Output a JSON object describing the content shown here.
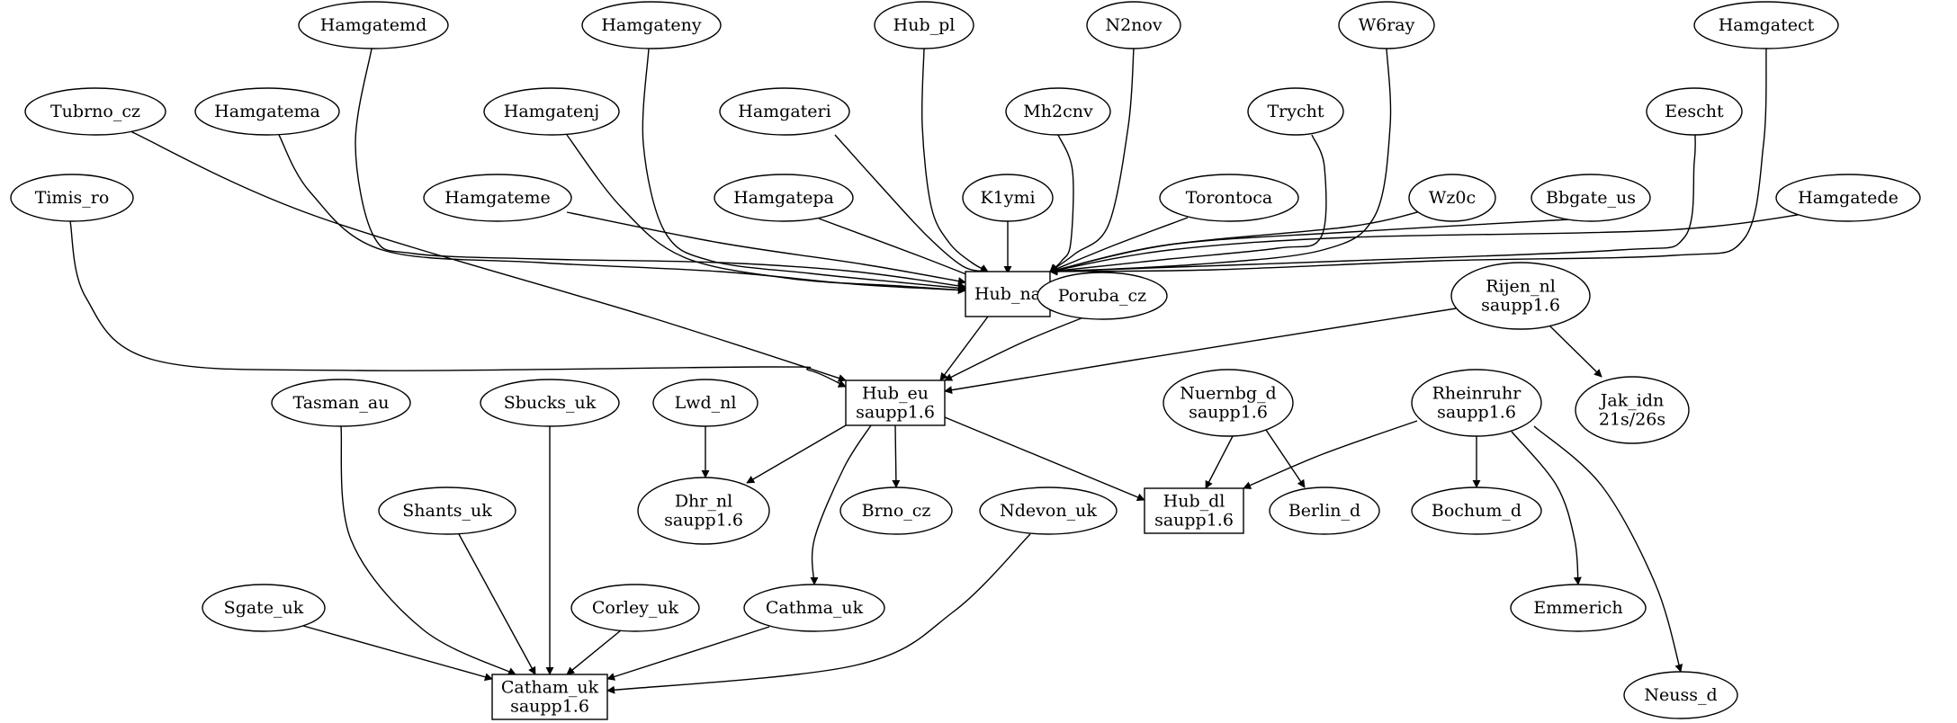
{
  "nodes": [
    {
      "id": "Hamgatemd",
      "lines": [
        "Hamgatemd"
      ],
      "shape": "ellipse"
    },
    {
      "id": "Hamgateny",
      "lines": [
        "Hamgateny"
      ],
      "shape": "ellipse"
    },
    {
      "id": "Hub_pl",
      "lines": [
        "Hub_pl"
      ],
      "shape": "ellipse"
    },
    {
      "id": "N2nov",
      "lines": [
        "N2nov"
      ],
      "shape": "ellipse"
    },
    {
      "id": "W6ray",
      "lines": [
        "W6ray"
      ],
      "shape": "ellipse"
    },
    {
      "id": "Hamgatect",
      "lines": [
        "Hamgatect"
      ],
      "shape": "ellipse"
    },
    {
      "id": "Tubrno_cz",
      "lines": [
        "Tubrno_cz"
      ],
      "shape": "ellipse"
    },
    {
      "id": "Hamgatema",
      "lines": [
        "Hamgatema"
      ],
      "shape": "ellipse"
    },
    {
      "id": "Hamgatenj",
      "lines": [
        "Hamgatenj"
      ],
      "shape": "ellipse"
    },
    {
      "id": "Hamgateri",
      "lines": [
        "Hamgateri"
      ],
      "shape": "ellipse"
    },
    {
      "id": "Mh2cnv",
      "lines": [
        "Mh2cnv"
      ],
      "shape": "ellipse"
    },
    {
      "id": "Trycht",
      "lines": [
        "Trycht"
      ],
      "shape": "ellipse"
    },
    {
      "id": "Eescht",
      "lines": [
        "Eescht"
      ],
      "shape": "ellipse"
    },
    {
      "id": "Timis_ro",
      "lines": [
        "Timis_ro"
      ],
      "shape": "ellipse"
    },
    {
      "id": "Hamgateme",
      "lines": [
        "Hamgateme"
      ],
      "shape": "ellipse"
    },
    {
      "id": "Hamgatepa",
      "lines": [
        "Hamgatepa"
      ],
      "shape": "ellipse"
    },
    {
      "id": "K1ymi",
      "lines": [
        "K1ymi"
      ],
      "shape": "ellipse"
    },
    {
      "id": "Torontoca",
      "lines": [
        "Torontoca"
      ],
      "shape": "ellipse"
    },
    {
      "id": "Wz0c",
      "lines": [
        "Wz0c"
      ],
      "shape": "ellipse"
    },
    {
      "id": "Bbgate_us",
      "lines": [
        "Bbgate_us"
      ],
      "shape": "ellipse"
    },
    {
      "id": "Hamgatede",
      "lines": [
        "Hamgatede"
      ],
      "shape": "ellipse"
    },
    {
      "id": "Hub_na",
      "lines": [
        "Hub_na"
      ],
      "shape": "box"
    },
    {
      "id": "Poruba_cz",
      "lines": [
        "Poruba_cz"
      ],
      "shape": "ellipse"
    },
    {
      "id": "Rijen_nl",
      "lines": [
        "Rijen_nl",
        "saupp1.6"
      ],
      "shape": "ellipse"
    },
    {
      "id": "Jak_idn",
      "lines": [
        "Jak_idn",
        "21s/26s"
      ],
      "shape": "ellipse"
    },
    {
      "id": "Hub_eu",
      "lines": [
        "Hub_eu",
        "saupp1.6"
      ],
      "shape": "box"
    },
    {
      "id": "Tasman_au",
      "lines": [
        "Tasman_au"
      ],
      "shape": "ellipse"
    },
    {
      "id": "Sbucks_uk",
      "lines": [
        "Sbucks_uk"
      ],
      "shape": "ellipse"
    },
    {
      "id": "Lwd_nl",
      "lines": [
        "Lwd_nl"
      ],
      "shape": "ellipse"
    },
    {
      "id": "Nuernbg_d",
      "lines": [
        "Nuernbg_d",
        "saupp1.6"
      ],
      "shape": "ellipse"
    },
    {
      "id": "Rheinruhr",
      "lines": [
        "Rheinruhr",
        "saupp1.6"
      ],
      "shape": "ellipse"
    },
    {
      "id": "Dhr_nl",
      "lines": [
        "Dhr_nl",
        "saupp1.6"
      ],
      "shape": "ellipse"
    },
    {
      "id": "Brno_cz",
      "lines": [
        "Brno_cz"
      ],
      "shape": "ellipse"
    },
    {
      "id": "Ndevon_uk",
      "lines": [
        "Ndevon_uk"
      ],
      "shape": "ellipse"
    },
    {
      "id": "Hub_dl",
      "lines": [
        "Hub_dl",
        "saupp1.6"
      ],
      "shape": "box"
    },
    {
      "id": "Berlin_d",
      "lines": [
        "Berlin_d"
      ],
      "shape": "ellipse"
    },
    {
      "id": "Bochum_d",
      "lines": [
        "Bochum_d"
      ],
      "shape": "ellipse"
    },
    {
      "id": "Shants_uk",
      "lines": [
        "Shants_uk"
      ],
      "shape": "ellipse"
    },
    {
      "id": "Sgate_uk",
      "lines": [
        "Sgate_uk"
      ],
      "shape": "ellipse"
    },
    {
      "id": "Corley_uk",
      "lines": [
        "Corley_uk"
      ],
      "shape": "ellipse"
    },
    {
      "id": "Cathma_uk",
      "lines": [
        "Cathma_uk"
      ],
      "shape": "ellipse"
    },
    {
      "id": "Emmerich",
      "lines": [
        "Emmerich"
      ],
      "shape": "ellipse"
    },
    {
      "id": "Catham_uk",
      "lines": [
        "Catham_uk",
        "saupp1.6"
      ],
      "shape": "box"
    },
    {
      "id": "Neuss_d",
      "lines": [
        "Neuss_d"
      ],
      "shape": "ellipse"
    }
  ],
  "edges": [
    {
      "from": "Hamgatemd",
      "to": "Hub_na"
    },
    {
      "from": "Hamgateny",
      "to": "Hub_na"
    },
    {
      "from": "Hub_pl",
      "to": "Hub_na"
    },
    {
      "from": "N2nov",
      "to": "Hub_na"
    },
    {
      "from": "W6ray",
      "to": "Hub_na"
    },
    {
      "from": "Hamgatect",
      "to": "Hub_na"
    },
    {
      "from": "Hamgatema",
      "to": "Hub_na"
    },
    {
      "from": "Hamgatenj",
      "to": "Hub_na"
    },
    {
      "from": "Hamgateri",
      "to": "Hub_na"
    },
    {
      "from": "Mh2cnv",
      "to": "Hub_na"
    },
    {
      "from": "Trycht",
      "to": "Hub_na"
    },
    {
      "from": "Eescht",
      "to": "Hub_na"
    },
    {
      "from": "Hamgateme",
      "to": "Hub_na"
    },
    {
      "from": "Hamgatepa",
      "to": "Hub_na"
    },
    {
      "from": "K1ymi",
      "to": "Hub_na"
    },
    {
      "from": "Torontoca",
      "to": "Hub_na"
    },
    {
      "from": "Wz0c",
      "to": "Hub_na"
    },
    {
      "from": "Bbgate_us",
      "to": "Hub_na"
    },
    {
      "from": "Hamgatede",
      "to": "Hub_na"
    },
    {
      "from": "Tubrno_cz",
      "to": "Hub_eu"
    },
    {
      "from": "Timis_ro",
      "to": "Hub_eu"
    },
    {
      "from": "Hub_na",
      "to": "Hub_eu"
    },
    {
      "from": "Poruba_cz",
      "to": "Hub_eu"
    },
    {
      "from": "Rijen_nl",
      "to": "Hub_eu"
    },
    {
      "from": "Rijen_nl",
      "to": "Jak_idn"
    },
    {
      "from": "Hub_eu",
      "to": "Dhr_nl"
    },
    {
      "from": "Lwd_nl",
      "to": "Dhr_nl"
    },
    {
      "from": "Hub_eu",
      "to": "Brno_cz"
    },
    {
      "from": "Hub_eu",
      "to": "Cathma_uk"
    },
    {
      "from": "Hub_eu",
      "to": "Hub_dl"
    },
    {
      "from": "Nuernbg_d",
      "to": "Hub_dl"
    },
    {
      "from": "Nuernbg_d",
      "to": "Berlin_d"
    },
    {
      "from": "Rheinruhr",
      "to": "Hub_dl"
    },
    {
      "from": "Rheinruhr",
      "to": "Bochum_d"
    },
    {
      "from": "Rheinruhr",
      "to": "Emmerich"
    },
    {
      "from": "Rheinruhr",
      "to": "Neuss_d"
    },
    {
      "from": "Tasman_au",
      "to": "Catham_uk"
    },
    {
      "from": "Sbucks_uk",
      "to": "Catham_uk"
    },
    {
      "from": "Shants_uk",
      "to": "Catham_uk"
    },
    {
      "from": "Sgate_uk",
      "to": "Catham_uk"
    },
    {
      "from": "Corley_uk",
      "to": "Catham_uk"
    },
    {
      "from": "Cathma_uk",
      "to": "Catham_uk"
    },
    {
      "from": "Ndevon_uk",
      "to": "Catham_uk"
    }
  ]
}
